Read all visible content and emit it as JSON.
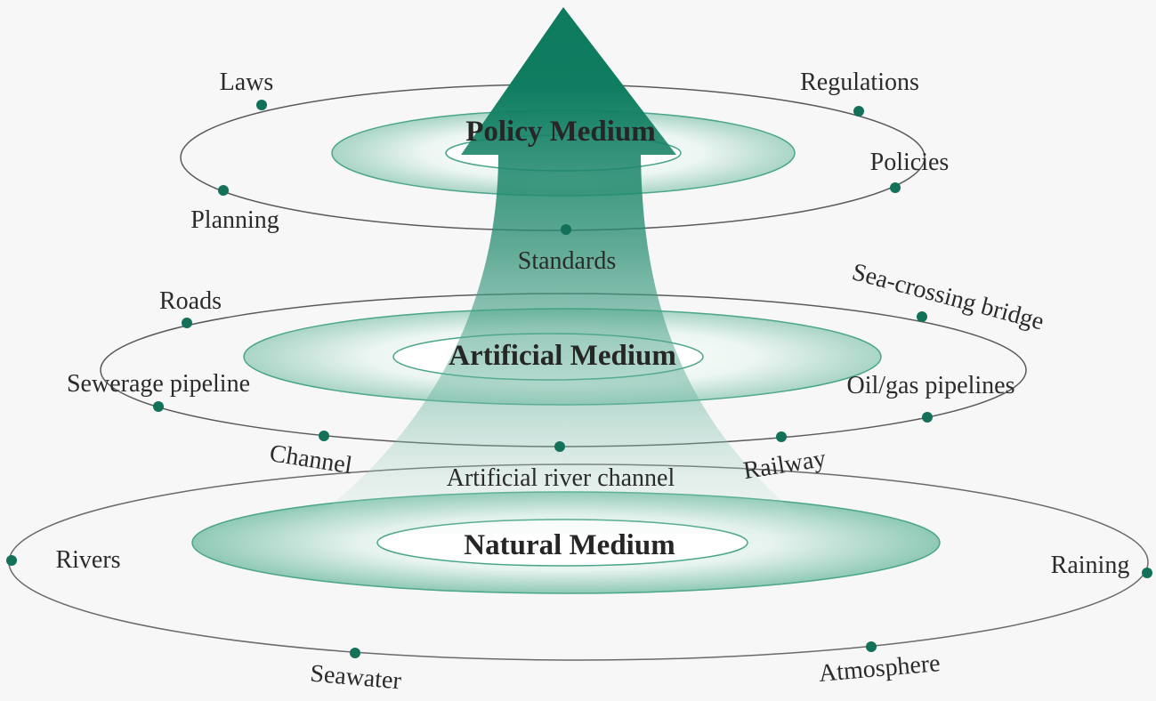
{
  "colors": {
    "accent": "#0e7a5e",
    "dot": "#13715a",
    "ring": "#4d4d4d",
    "background": "#f7f7f7",
    "text": "#2b2b2b"
  },
  "layers": {
    "policy": {
      "title": "Policy Medium",
      "items": {
        "laws": "Laws",
        "regulations": "Regulations",
        "policies": "Policies",
        "planning": "Planning",
        "standards": "Standards"
      }
    },
    "artificial": {
      "title": "Artificial Medium",
      "items": {
        "roads": "Roads",
        "sea_crossing_bridge": "Sea-crossing bridge",
        "sewerage_pipeline": "Sewerage pipeline",
        "oil_gas_pipelines": "Oil/gas pipelines",
        "channel": "Channel",
        "artificial_river_channel": "Artificial river channel",
        "railway": "Railway"
      }
    },
    "natural": {
      "title": "Natural Medium",
      "items": {
        "rivers": "Rivers",
        "raining": "Raining",
        "seawater": "Seawater",
        "atmosphere": "Atmosphere"
      }
    }
  }
}
